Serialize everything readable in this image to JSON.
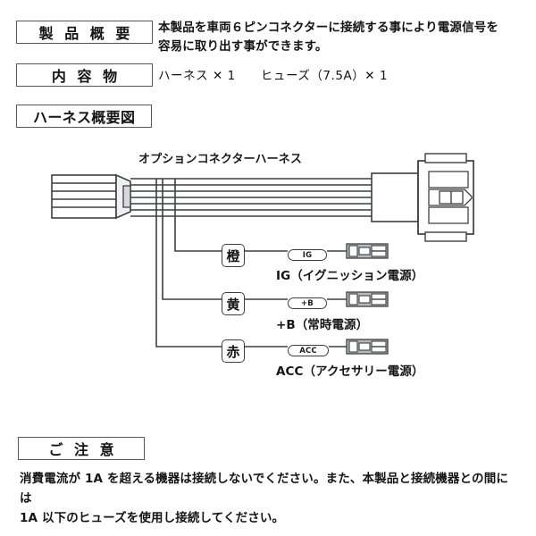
{
  "document": {
    "language": "ja",
    "background_color": "#ffffff",
    "line_color": "#3c3f42",
    "text_color": "#141414"
  },
  "sections": {
    "overview": {
      "heading": "製 品 概 要",
      "body": "本製品を車両６ピンコネクターに接続する事により電源信号を\n容易に取り出す事ができます。"
    },
    "contents": {
      "heading": "内 容 物",
      "body": "ハーネス ✕ 1　　ヒューズ（7.5A）✕ 1"
    },
    "diagram": {
      "heading": "ハーネス概要図",
      "harness_label": "オプションコネクターハーネス",
      "branches": [
        {
          "color_label": "橙",
          "color_name": "orange",
          "wire_tag": "IG",
          "caption": "IG（イグニッション電源）"
        },
        {
          "color_label": "黄",
          "color_name": "yellow",
          "wire_tag": "+B",
          "caption": "+B（常時電源）"
        },
        {
          "color_label": "赤",
          "color_name": "red",
          "wire_tag": "ACC",
          "caption": "ACC（アクセサリー電源）"
        }
      ]
    },
    "caution": {
      "heading": "ご 注 意",
      "body": "消費電流が 1A を超える機器は接続しないでください。また、本製品と接続機器との間には\n1A 以下のヒューズを使用し接続してください。"
    }
  }
}
